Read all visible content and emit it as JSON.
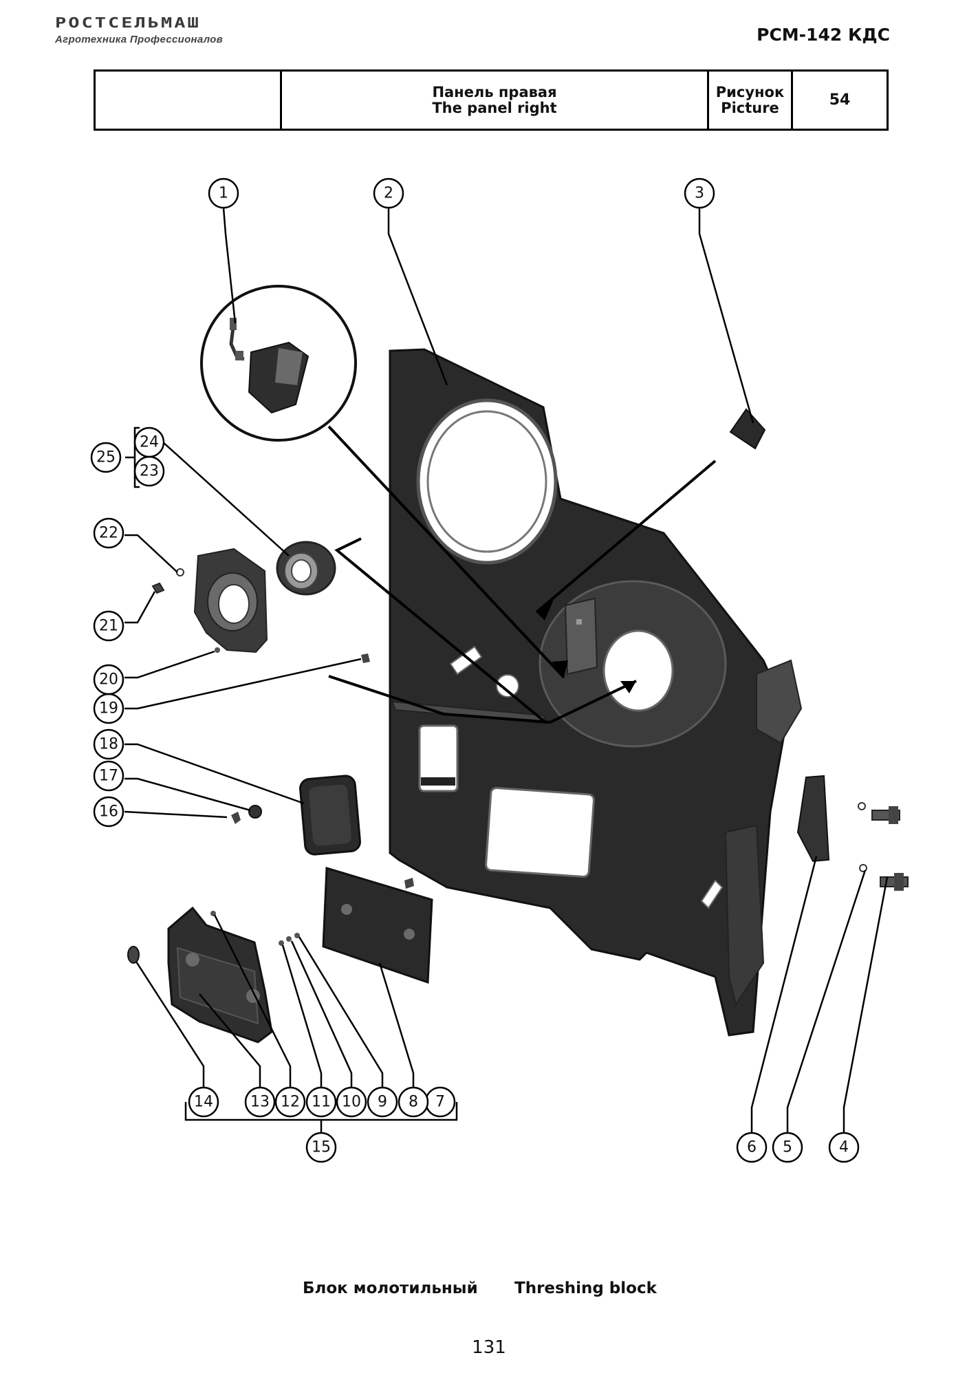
{
  "header": {
    "logo_main": "РОСТСЕЛЬМАШ",
    "logo_sub": "Агротехника Профессионалов",
    "model": "РСМ-142 КДС"
  },
  "title_block": {
    "name_ru": "Панель правая",
    "name_en": "The panel right",
    "picture_ru": "Рисунок",
    "picture_en": "Picture",
    "picture_number": "54"
  },
  "callouts": [
    "1",
    "2",
    "3",
    "4",
    "5",
    "6",
    "7",
    "8",
    "9",
    "10",
    "11",
    "12",
    "13",
    "14",
    "15",
    "16",
    "17",
    "18",
    "19",
    "20",
    "21",
    "22",
    "23",
    "24",
    "25"
  ],
  "footer": {
    "assembly_ru": "Блок молотильный",
    "assembly_en": "Threshing block",
    "page_number": "131"
  }
}
